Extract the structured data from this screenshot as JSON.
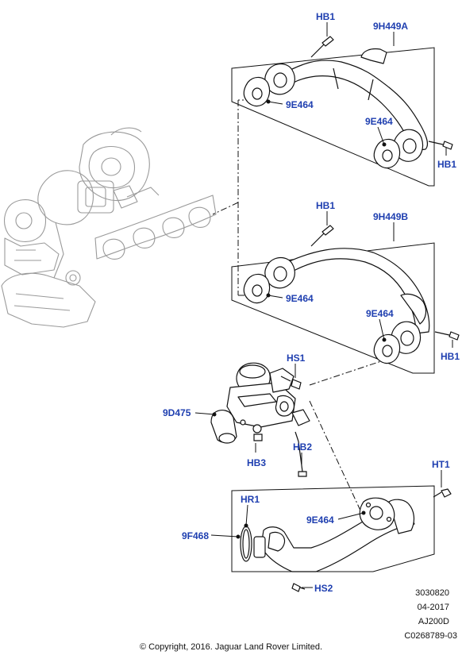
{
  "callouts": {
    "hb1_top": "HB1",
    "pipe_a": "9H449A",
    "gasket_a_left": "9E464",
    "gasket_a_right": "9E464",
    "hb1_a_right": "HB1",
    "hb1_mid": "HB1",
    "pipe_b": "9H449B",
    "gasket_b_left": "9E464",
    "gasket_b_right": "9E464",
    "hb1_b_right": "HB1",
    "hs1": "HS1",
    "valve": "9D475",
    "hb3": "HB3",
    "hb2": "HB2",
    "ht1": "HT1",
    "hr1": "HR1",
    "cooler": "9F468",
    "gasket_c": "9E464",
    "hs2": "HS2"
  },
  "meta": {
    "ref": "3030820",
    "date": "04-2017",
    "model": "AJ200D",
    "code": "C0268789-03"
  },
  "copyright": "© Copyright, 2016. Jaguar Land Rover Limited.",
  "colors": {
    "callout": "#1f3fb0",
    "line": "#111111",
    "engine": "#9a9a9a"
  }
}
